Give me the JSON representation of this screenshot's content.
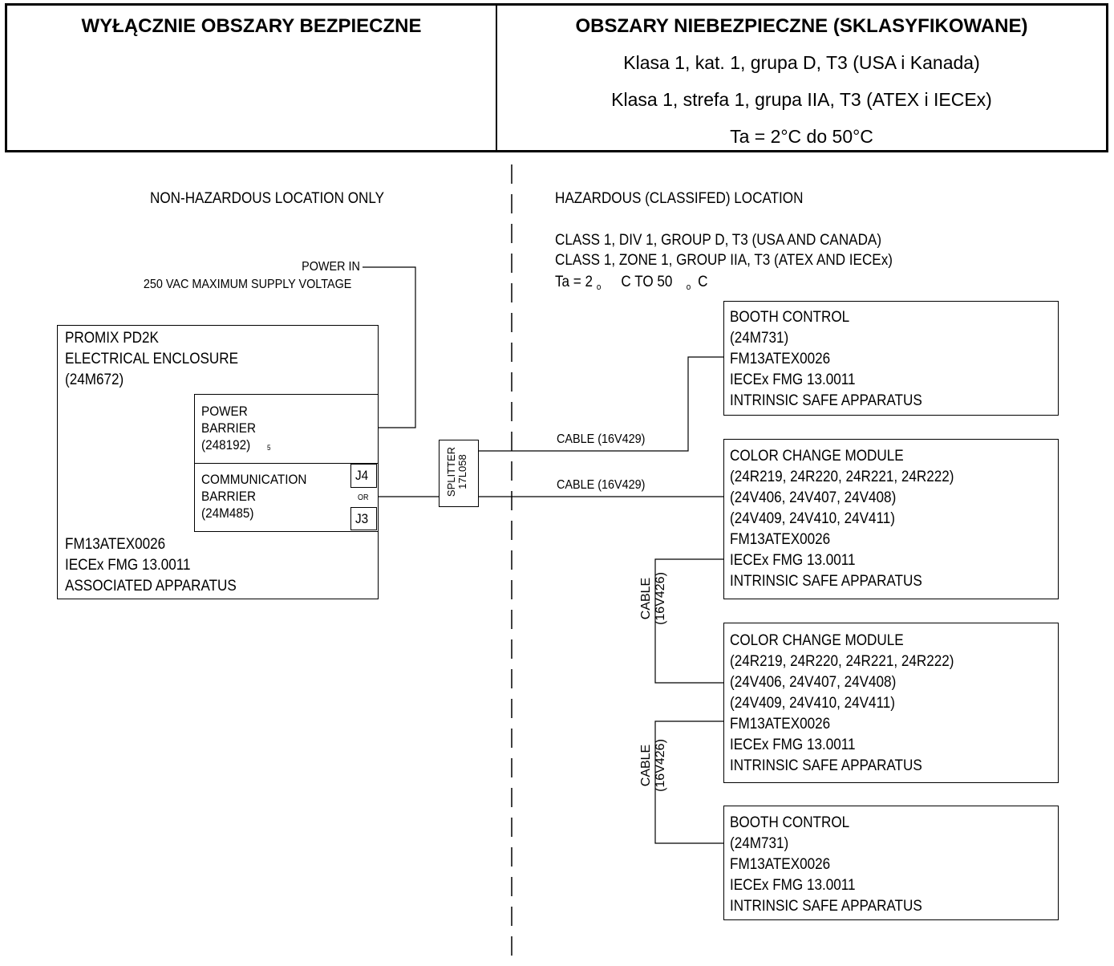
{
  "header": {
    "left_title": "WYŁĄCZNIE OBSZARY BEZPIECZNE",
    "right_title": "OBSZARY NIEBEZPIECZNE (SKLASYFIKOWANE)",
    "right_lines": [
      "Klasa 1, kat. 1, grupa D, T3 (USA i Kanada)",
      "Klasa 1, strefa 1, grupa IIA, T3 (ATEX i IECEx)",
      "Ta = 2°C do 50°C"
    ]
  },
  "left_zone": {
    "label": "NON-HAZARDOUS LOCATION ONLY",
    "power_in": "POWER IN",
    "supply_voltage": "250 VAC MAXIMUM SUPPLY VOLTAGE",
    "enclosure": {
      "lines": [
        "PROMIX PD2K",
        "ELECTRICAL ENCLOSURE",
        "(24M672)"
      ],
      "cert_lines": [
        "FM13ATEX0026",
        "IECEx FMG 13.0011",
        "ASSOCIATED APPARATUS"
      ],
      "power_barrier": [
        "POWER",
        "BARRIER",
        "(248192)"
      ],
      "warning_number": "5",
      "comm_barrier": [
        "COMMUNICATION",
        "BARRIER",
        "(24M485)"
      ],
      "j4": "J4",
      "or": "OR",
      "j3": "J3"
    }
  },
  "right_zone": {
    "label": "HAZARDOUS (CLASSIFED) LOCATION",
    "class_lines": [
      "CLASS 1, DIV 1, GROUP D, T3 (USA AND CANADA)",
      "CLASS 1, ZONE 1, GROUP IIA, T3 (ATEX AND IECEx)"
    ],
    "ta_line": {
      "prefix": "Ta = 2",
      "mid": "C TO 50",
      "suffix": "C",
      "degree": "o"
    }
  },
  "splitter": {
    "line1": "SPLITTER",
    "line2": "17L058"
  },
  "cables": {
    "top": "CABLE (16V429)",
    "middle": "CABLE (16V429)",
    "vertical_a": [
      "CABLE",
      "(16V426)"
    ],
    "vertical_b": [
      "CABLE",
      "(16V426)"
    ]
  },
  "devices": [
    {
      "lines": [
        "BOOTH CONTROL",
        "(24M731)",
        "FM13ATEX0026",
        "IECEx FMG 13.0011",
        "INTRINSIC SAFE APPARATUS"
      ]
    },
    {
      "lines": [
        "COLOR CHANGE MODULE",
        "(24R219, 24R220, 24R221, 24R222)",
        "(24V406, 24V407, 24V408)",
        "(24V409, 24V410, 24V411)",
        "FM13ATEX0026",
        "IECEx FMG 13.0011",
        "INTRINSIC SAFE APPARATUS"
      ]
    },
    {
      "lines": [
        "COLOR CHANGE MODULE",
        "(24R219, 24R220, 24R221, 24R222)",
        "(24V406, 24V407, 24V408)",
        "(24V409, 24V410, 24V411)",
        "FM13ATEX0026",
        "IECEx FMG 13.0011",
        "INTRINSIC SAFE APPARATUS"
      ]
    },
    {
      "lines": [
        "BOOTH CONTROL",
        "(24M731)",
        "FM13ATEX0026",
        "IECEx FMG 13.0011",
        "INTRINSIC SAFE APPARATUS"
      ]
    }
  ]
}
